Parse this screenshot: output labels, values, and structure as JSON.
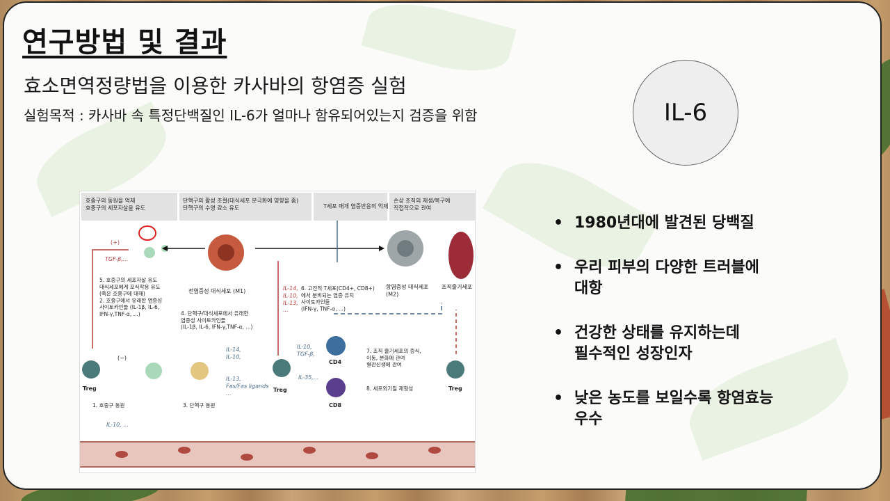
{
  "slide": {
    "title": "연구방법 및 결과",
    "subtitle": "효소면역정량법을 이용한 카사바의 항염증 실험",
    "purpose": "실험목적 : 카사바 속 특정단백질인 IL-6가 얼마나 함유되어있는지 검증을 위함",
    "badge": "IL-6"
  },
  "figure": {
    "headers": [
      "호중구의 동원을 억제\n호중구의 세포자살을 유도",
      "단핵구의 활성 조절(대식세포 분극화에 영향을 줌)\n단핵구의 수명 감소 유도",
      "T세포 매개 염증반응의 억제",
      "손상 조직의 재생/복구에\n직접적으로 관여"
    ],
    "cells": {
      "m1": "전염증성 대식세포 (M1)",
      "m2": "항염증성 대식세포\n(M2)",
      "stem": "조직줄기세포",
      "treg": "Treg",
      "cd4": "CD4",
      "cd8": "CD8"
    },
    "notes": {
      "plus": "(+)",
      "minus": "(−)",
      "tgf": "TGF-β,...",
      "n5": "5. 호중구의 세포자살 유도\n대식세포에게 포식작용 유도\n(죽은 호중구에 대해)\n2. 호중구에서 유래한 염증성\n사이토카인들 (IL-1β, IL-6,\nIFN-γ,TNF-α, ...)",
      "n4": "4. 단핵구/대식세포에서 유래한\n염증성 사이토카인들\n(IL-1β, IL-6, IFN-γ,TNF-α, ...)",
      "n6": "6. 고전적 T세포(CD4+, CD8+)\n에서 분비되는 염증 유지\n사이토카인들\n(IFN-γ, TNF-α, ...)",
      "il14": "IL-14,\nIL-10,\nIL-13,\n...",
      "il14b": "IL-14,\nIL-10,",
      "il13": "IL-13,\nFas/Fas ligands\n...",
      "il10": "IL-10,\nTGF-β,",
      "il35": "IL-35,...",
      "n7": "7. 조직 줄기세포의 증식,\n이동, 분화에 관여\n혈관신생에 관여",
      "n8": "8. 세포외기질 재형성",
      "n1": "1. 호중구 동원",
      "n3": "3. 단핵구 동원",
      "il10b": "IL-10, ..."
    }
  },
  "bullets": [
    "1980년대에 발견된 당백질",
    "우리 피부의 다양한 트러블에\n대항",
    "건강한 상태를 유지하는데\n필수적인 성장인자",
    "낮은 농도를 보일수록 항염효능\n우수"
  ],
  "colors": {
    "accent_red": "#b83b3b",
    "treg": "#4a7a7a",
    "cd8": "#5b3f8f",
    "vessel": "#e8c6bd"
  }
}
